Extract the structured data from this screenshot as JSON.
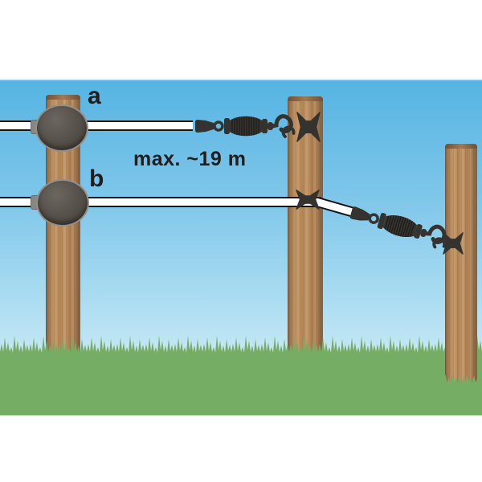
{
  "labels": {
    "row_a": "a",
    "row_b": "b",
    "distance": "max. ~19 m"
  },
  "colors": {
    "sky_top": "#55b4e2",
    "sky_horizon": "#d8eef7",
    "grass": "#74ad63",
    "wood_light": "#c79c6e",
    "wood_dark": "#7d5a3f",
    "hardware_dark": "#35332f",
    "roller_gray": "#57524c",
    "roller_rim": "#938f89",
    "tape_white": "#ffffff",
    "tape_edge": "#141414",
    "text": "#1f1e1c"
  },
  "elements": {
    "posts": [
      "post-left",
      "post-middle",
      "post-right"
    ],
    "rows": [
      {
        "label": "a",
        "parts": [
          "fence-tape",
          "corner-roller",
          "tape-clamp",
          "ring",
          "gate-handle",
          "gate-hook",
          "gate-anchor-on-middle-post"
        ]
      },
      {
        "label": "b",
        "parts": [
          "fence-tape",
          "corner-roller",
          "gate-anchor-on-middle-post",
          "angled-tape",
          "tape-clamp",
          "ring",
          "gate-handle",
          "gate-hook-open",
          "gate-anchor-on-right-post"
        ]
      }
    ]
  }
}
